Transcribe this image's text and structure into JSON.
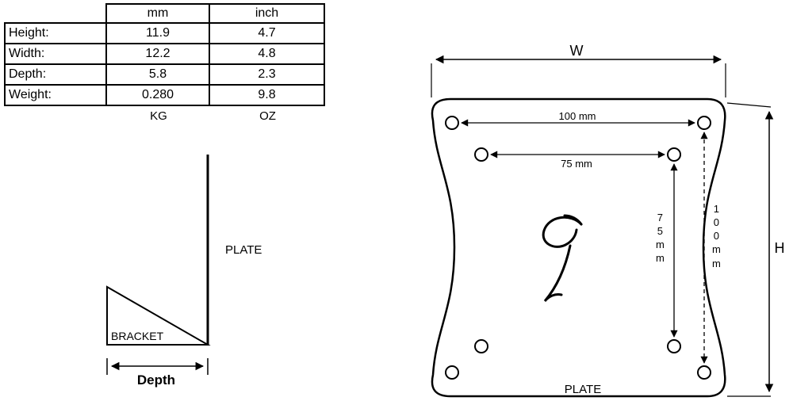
{
  "spec_table": {
    "col_headers": {
      "mm": "mm",
      "inch": "inch"
    },
    "rows": [
      {
        "label": "Height:",
        "mm": "11.9",
        "inch": "4.7"
      },
      {
        "label": "Width:",
        "mm": "12.2",
        "inch": "4.8"
      },
      {
        "label": "Depth:",
        "mm": "5.8",
        "inch": "2.3"
      },
      {
        "label": "Weight:",
        "mm": "0.280",
        "inch": "9.8"
      }
    ],
    "unit_footer": {
      "mm": "KG",
      "inch": "OZ"
    }
  },
  "side_view": {
    "plate_label": "PLATE",
    "bracket_label": "BRACKET",
    "depth_label": "Depth"
  },
  "front_view": {
    "width_label": "W",
    "height_label": "H",
    "outer_hole_spacing_label": "100 mm",
    "inner_hole_spacing_label": "75 mm",
    "inner_vertical_spacing_label": "7\n5\nm\nm",
    "outer_vertical_spacing_label": "1\n0\n0\nm\nm",
    "plate_label": "PLATE"
  },
  "colors": {
    "line": "#000000",
    "background": "#ffffff"
  }
}
